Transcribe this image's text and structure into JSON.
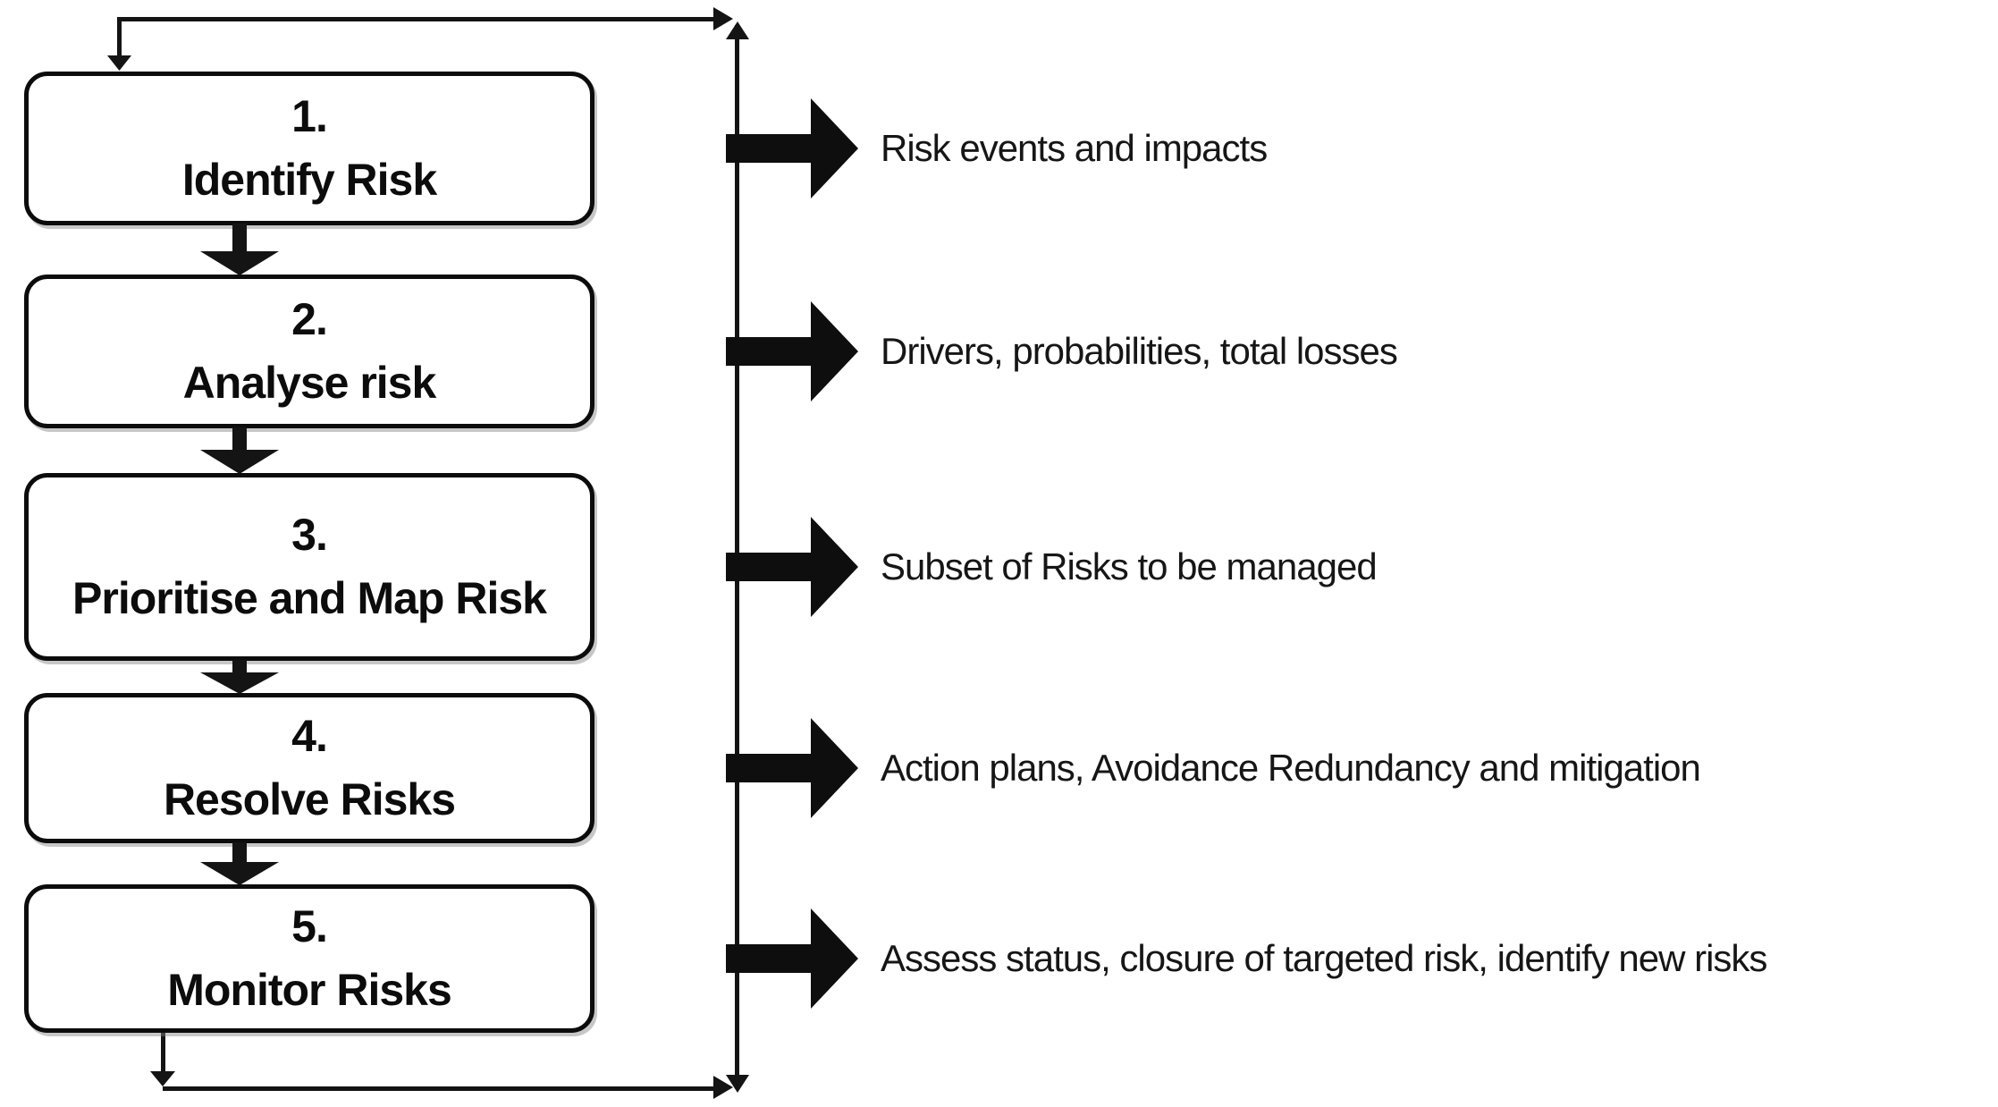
{
  "diagram": {
    "type": "flowchart",
    "background_color": "#ffffff",
    "line_color": "#141414",
    "box_fill_color": "#ffffff",
    "steps": [
      {
        "number": "1.",
        "label": "Identify Risk",
        "output": "Risk events and impacts"
      },
      {
        "number": "2.",
        "label": "Analyse risk",
        "output": "Drivers, probabilities, total losses"
      },
      {
        "number": "3.",
        "label": "Prioritise and Map Risk",
        "output": "Subset of Risks to be managed"
      },
      {
        "number": "4.",
        "label": "Resolve Risks",
        "output": "Action plans, Avoidance Redundancy and mitigation"
      },
      {
        "number": "5.",
        "label": "Monitor Risks",
        "output": "Assess status, closure of targeted risk, identify new risks"
      }
    ],
    "icons": {
      "step_connector": "down-arrow",
      "output_connector": "block-right-arrow",
      "feedback_loop": "elbow-line-loop"
    }
  }
}
